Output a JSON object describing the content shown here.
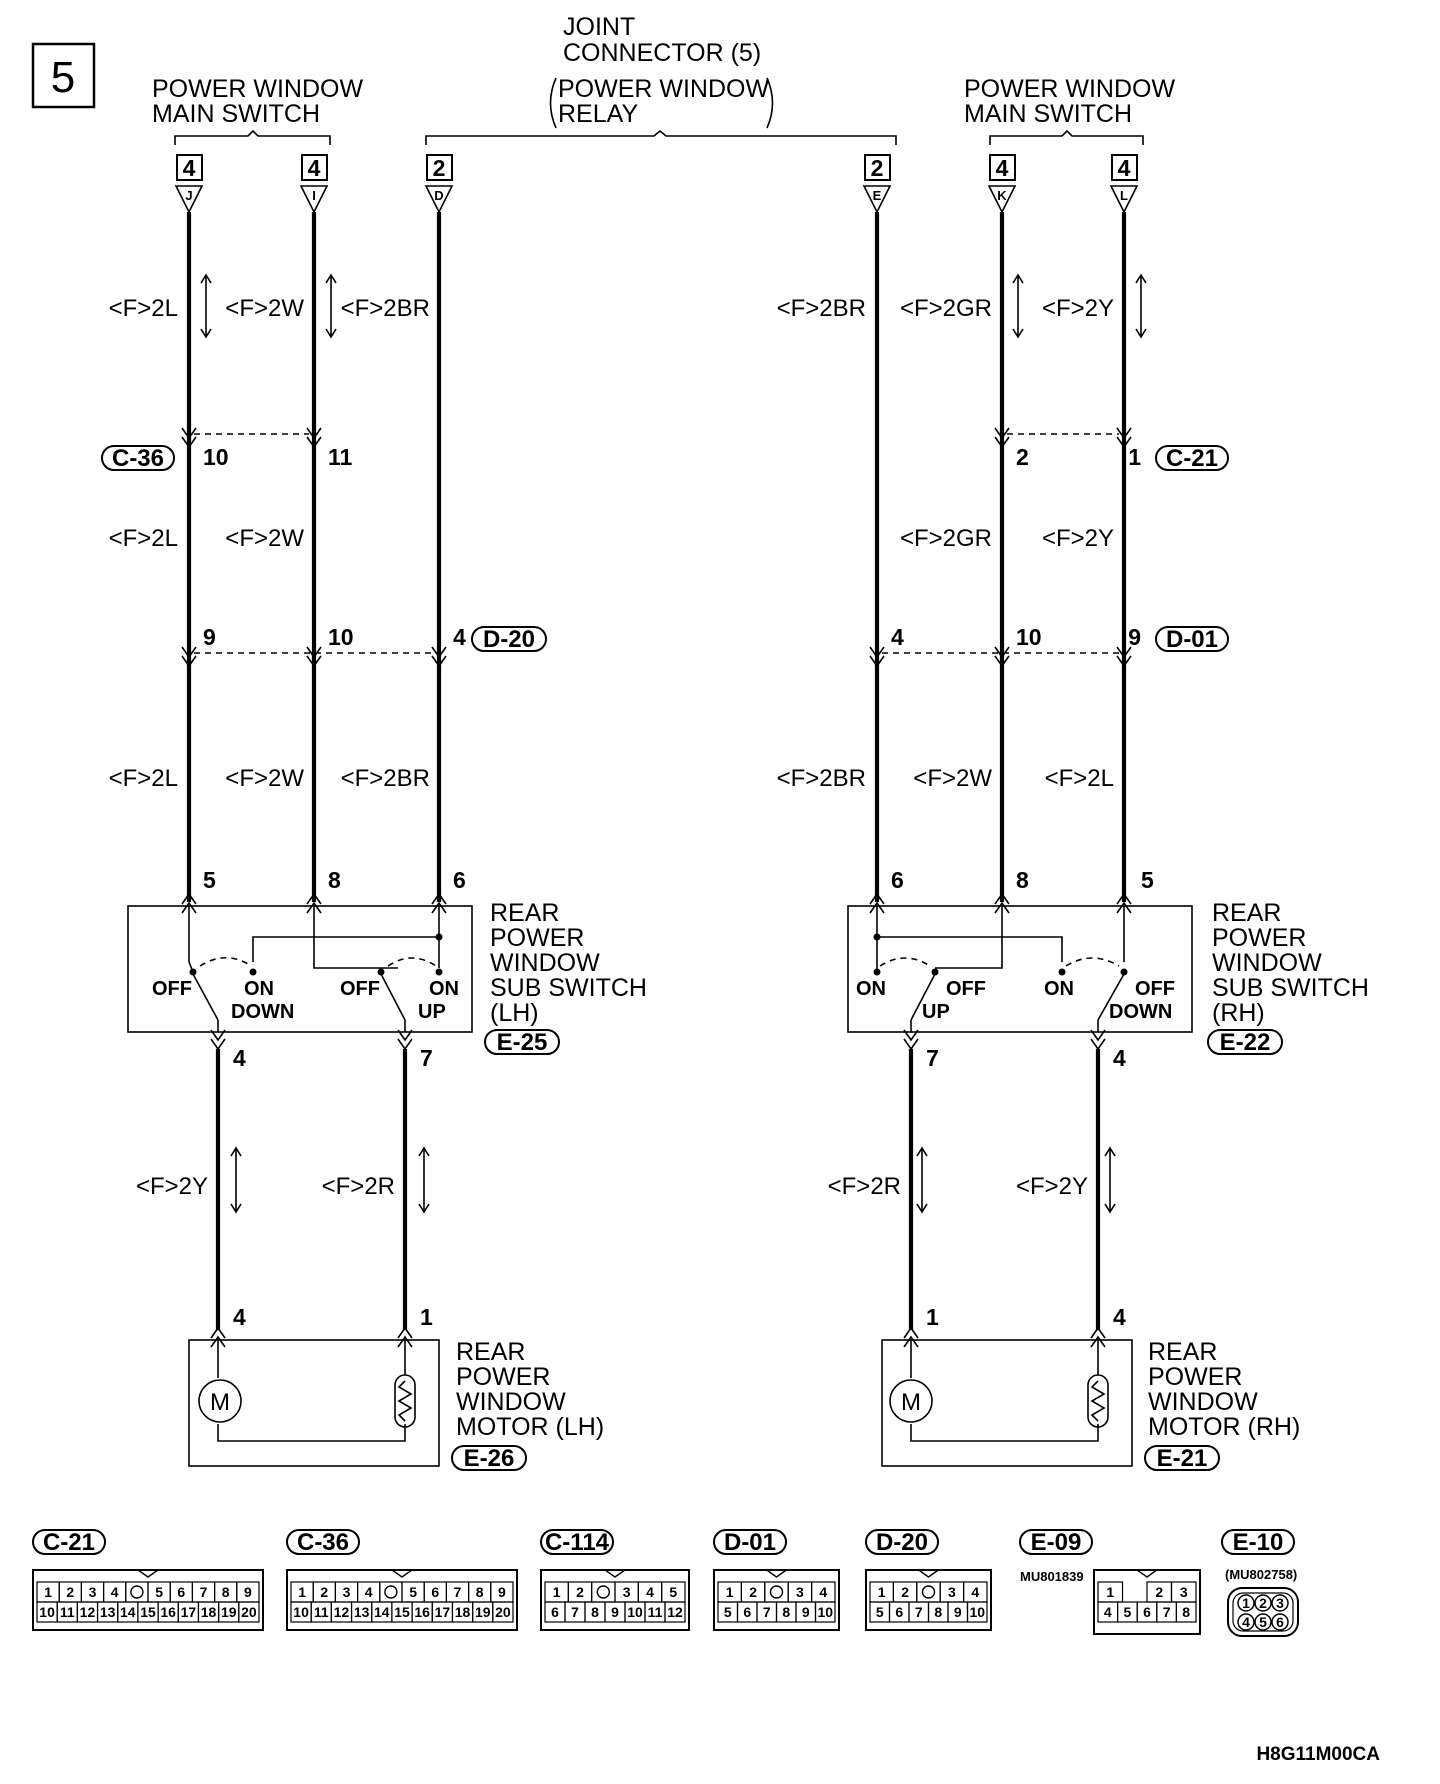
{
  "page_number": "5",
  "headers": {
    "left_switch": [
      "POWER WINDOW",
      "MAIN SWITCH"
    ],
    "joint": [
      "JOINT",
      "CONNECTOR (5)",
      "POWER WINDOW",
      "RELAY"
    ],
    "right_switch": [
      "POWER WINDOW",
      "MAIN SWITCH"
    ]
  },
  "top_terminals": [
    {
      "num": "4",
      "letter": "J"
    },
    {
      "num": "4",
      "letter": "I"
    },
    {
      "num": "2",
      "letter": "D"
    },
    {
      "num": "2",
      "letter": "E"
    },
    {
      "num": "4",
      "letter": "K"
    },
    {
      "num": "4",
      "letter": "L"
    }
  ],
  "wire_colors": {
    "upper": [
      "<F>2L",
      "<F>2W",
      "<F>2BR",
      "<F>2BR",
      "<F>2GR",
      "<F>2Y"
    ],
    "middle": [
      "<F>2L",
      "<F>2W",
      "<F>2GR",
      "<F>2Y"
    ],
    "lower": [
      "<F>2L",
      "<F>2W",
      "<F>2BR",
      "<F>2BR",
      "<F>2W",
      "<F>2L"
    ],
    "motor": [
      "<F>2Y",
      "<F>2R",
      "<F>2R",
      "<F>2Y"
    ]
  },
  "connectors": {
    "c36": {
      "tag": "C-36",
      "pins": [
        "10",
        "11"
      ]
    },
    "c21": {
      "tag": "C-21",
      "pins": [
        "2",
        "1"
      ]
    },
    "d20": {
      "tag": "D-20",
      "pins": [
        "9",
        "10",
        "4"
      ]
    },
    "d01": {
      "tag": "D-01",
      "pins": [
        "4",
        "10",
        "9"
      ]
    }
  },
  "sub_switch_lh": {
    "pins_top": [
      "5",
      "8",
      "6"
    ],
    "pins_bottom": [
      "4",
      "7"
    ],
    "states": [
      "OFF",
      "ON",
      "DOWN",
      "OFF",
      "ON",
      "UP"
    ],
    "label": [
      "REAR",
      "POWER",
      "WINDOW",
      "SUB SWITCH",
      "(LH)"
    ],
    "tag": "E-25"
  },
  "sub_switch_rh": {
    "pins_top": [
      "6",
      "8",
      "5"
    ],
    "pins_bottom": [
      "7",
      "4"
    ],
    "states": [
      "ON",
      "OFF",
      "UP",
      "ON",
      "OFF",
      "DOWN"
    ],
    "label": [
      "REAR",
      "POWER",
      "WINDOW",
      "SUB SWITCH",
      "(RH)"
    ],
    "tag": "E-22"
  },
  "motor_lh": {
    "pins": [
      "4",
      "1"
    ],
    "label": [
      "REAR",
      "POWER",
      "WINDOW",
      "MOTOR (LH)"
    ],
    "tag": "E-26",
    "symbol": "M"
  },
  "motor_rh": {
    "pins": [
      "1",
      "4"
    ],
    "label": [
      "REAR",
      "POWER",
      "WINDOW",
      "MOTOR (RH)"
    ],
    "tag": "E-21",
    "symbol": "M"
  },
  "connector_legend": [
    {
      "tag": "C-21",
      "rows": [
        [
          "1",
          "2",
          "3",
          "4",
          "○",
          "5",
          "6",
          "7",
          "8",
          "9"
        ],
        [
          "10",
          "11",
          "12",
          "13",
          "14",
          "15",
          "16",
          "17",
          "18",
          "19",
          "20"
        ]
      ]
    },
    {
      "tag": "C-36",
      "rows": [
        [
          "1",
          "2",
          "3",
          "4",
          "○",
          "5",
          "6",
          "7",
          "8",
          "9"
        ],
        [
          "10",
          "11",
          "12",
          "13",
          "14",
          "15",
          "16",
          "17",
          "18",
          "19",
          "20"
        ]
      ]
    },
    {
      "tag": "C-114",
      "rows": [
        [
          "1",
          "2",
          "○",
          "3",
          "4",
          "5"
        ],
        [
          "6",
          "7",
          "8",
          "9",
          "10",
          "11",
          "12"
        ]
      ]
    },
    {
      "tag": "D-01",
      "rows": [
        [
          "1",
          "2",
          "○",
          "3",
          "4"
        ],
        [
          "5",
          "6",
          "7",
          "8",
          "9",
          "10"
        ]
      ]
    },
    {
      "tag": "D-20",
      "rows": [
        [
          "1",
          "2",
          "○",
          "3",
          "4"
        ],
        [
          "5",
          "6",
          "7",
          "8",
          "9",
          "10"
        ]
      ]
    },
    {
      "tag": "E-09",
      "part": "MU801839",
      "rows": [
        [
          "1",
          "",
          "2",
          "3"
        ],
        [
          "4",
          "5",
          "6",
          "7",
          "8"
        ]
      ]
    },
    {
      "tag": "E-10",
      "part": "(MU802758)",
      "rows": [
        [
          "1",
          "2",
          "3"
        ],
        [
          "4",
          "5",
          "6"
        ]
      ]
    }
  ],
  "diagram_code": "H8G11M00CA"
}
